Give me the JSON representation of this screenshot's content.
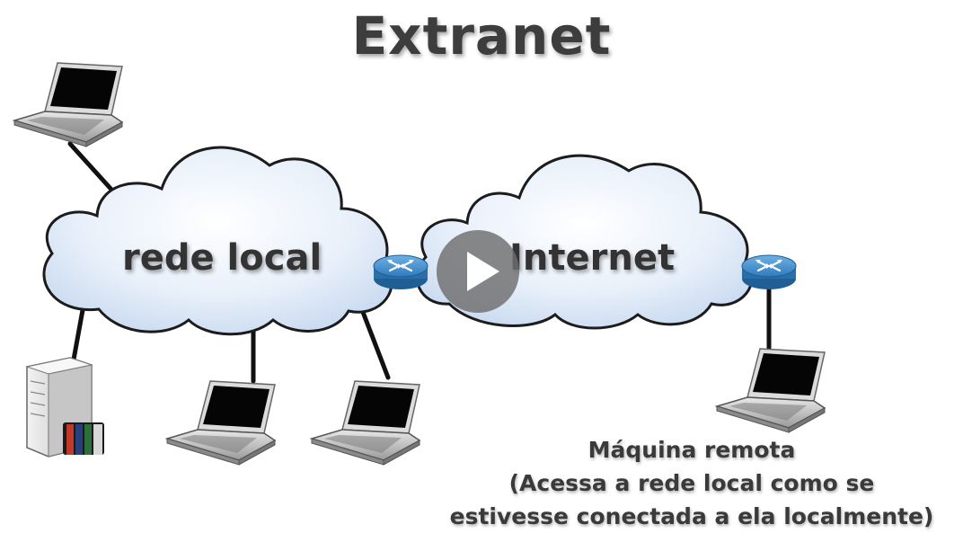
{
  "title": "Extranet",
  "clouds": {
    "local": "rede local",
    "internet": "Internet"
  },
  "caption": {
    "line1": "Máquina remota",
    "line2": "(Acessa a rede local como se",
    "line3": "estivesse conectada a ela localmente)"
  },
  "icons": {
    "laptop": "laptop-icon",
    "server": "server-icon",
    "router": "router-icon",
    "play": "play-icon"
  },
  "colors": {
    "cloud_fill": "#dfe9f6",
    "cloud_outline": "#1c1c1c",
    "router": "#3a83c3",
    "title_text": "#3d3d3d",
    "play_button": "#6e6e6e"
  }
}
